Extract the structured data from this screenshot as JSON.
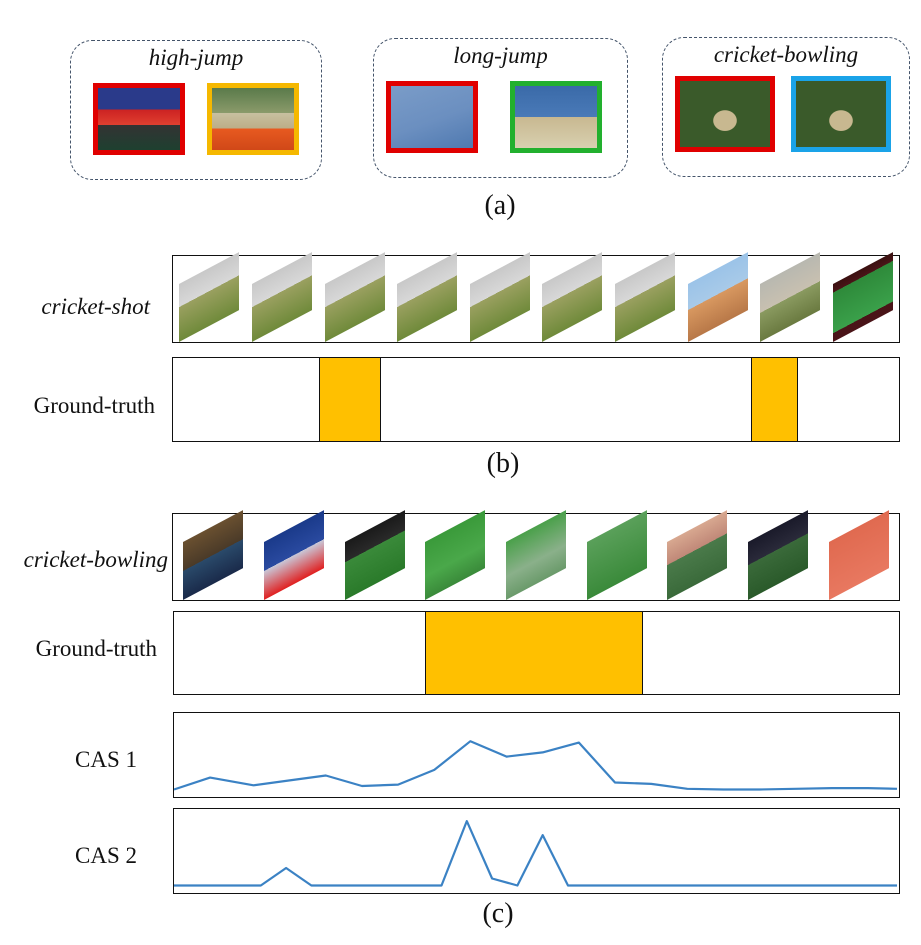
{
  "panel_a": {
    "label": "(a)",
    "groups": [
      {
        "title": "high-jump",
        "frame_colors": [
          "#e00000",
          "#f5b800"
        ]
      },
      {
        "title": "long-jump",
        "frame_colors": [
          "#e00000",
          "#22b02e"
        ]
      },
      {
        "title": "cricket-bowling",
        "frame_colors": [
          "#e00000",
          "#1aa3e8"
        ]
      }
    ]
  },
  "panel_b": {
    "label": "(b)",
    "video_label": "cricket-shot",
    "gt_label": "Ground-truth",
    "frame_count": 10,
    "ground_truth_segments": [
      [
        0.2005,
        0.2865
      ],
      [
        0.7957,
        0.8605
      ]
    ]
  },
  "panel_c": {
    "label": "(c)",
    "video_label": "cricket-bowling",
    "gt_label": "Ground-truth",
    "frame_count": 9,
    "ground_truth_segments": [
      [
        0.3467,
        0.6467
      ]
    ],
    "cas_labels": [
      "CAS 1",
      "CAS 2"
    ]
  },
  "chart_data": {
    "type": "line",
    "title": "",
    "series": [
      {
        "name": "CAS 1",
        "x": [
          0,
          0.05,
          0.11,
          0.16,
          0.21,
          0.26,
          0.31,
          0.36,
          0.41,
          0.46,
          0.51,
          0.56,
          0.61,
          0.66,
          0.71,
          0.76,
          0.81,
          0.86,
          0.91,
          0.96,
          1.0
        ],
        "values": [
          0.05,
          0.22,
          0.11,
          0.18,
          0.25,
          0.1,
          0.12,
          0.33,
          0.74,
          0.52,
          0.58,
          0.72,
          0.15,
          0.13,
          0.06,
          0.05,
          0.05,
          0.06,
          0.07,
          0.07,
          0.06
        ]
      },
      {
        "name": "CAS 2",
        "x": [
          0,
          0.05,
          0.12,
          0.155,
          0.19,
          0.26,
          0.37,
          0.405,
          0.44,
          0.475,
          0.51,
          0.545,
          0.6,
          1.0
        ],
        "values": [
          0.05,
          0.05,
          0.05,
          0.3,
          0.05,
          0.05,
          0.05,
          0.97,
          0.15,
          0.05,
          0.77,
          0.05,
          0.05,
          0.05
        ]
      }
    ],
    "ylim": [
      0,
      1
    ],
    "grid": false
  }
}
